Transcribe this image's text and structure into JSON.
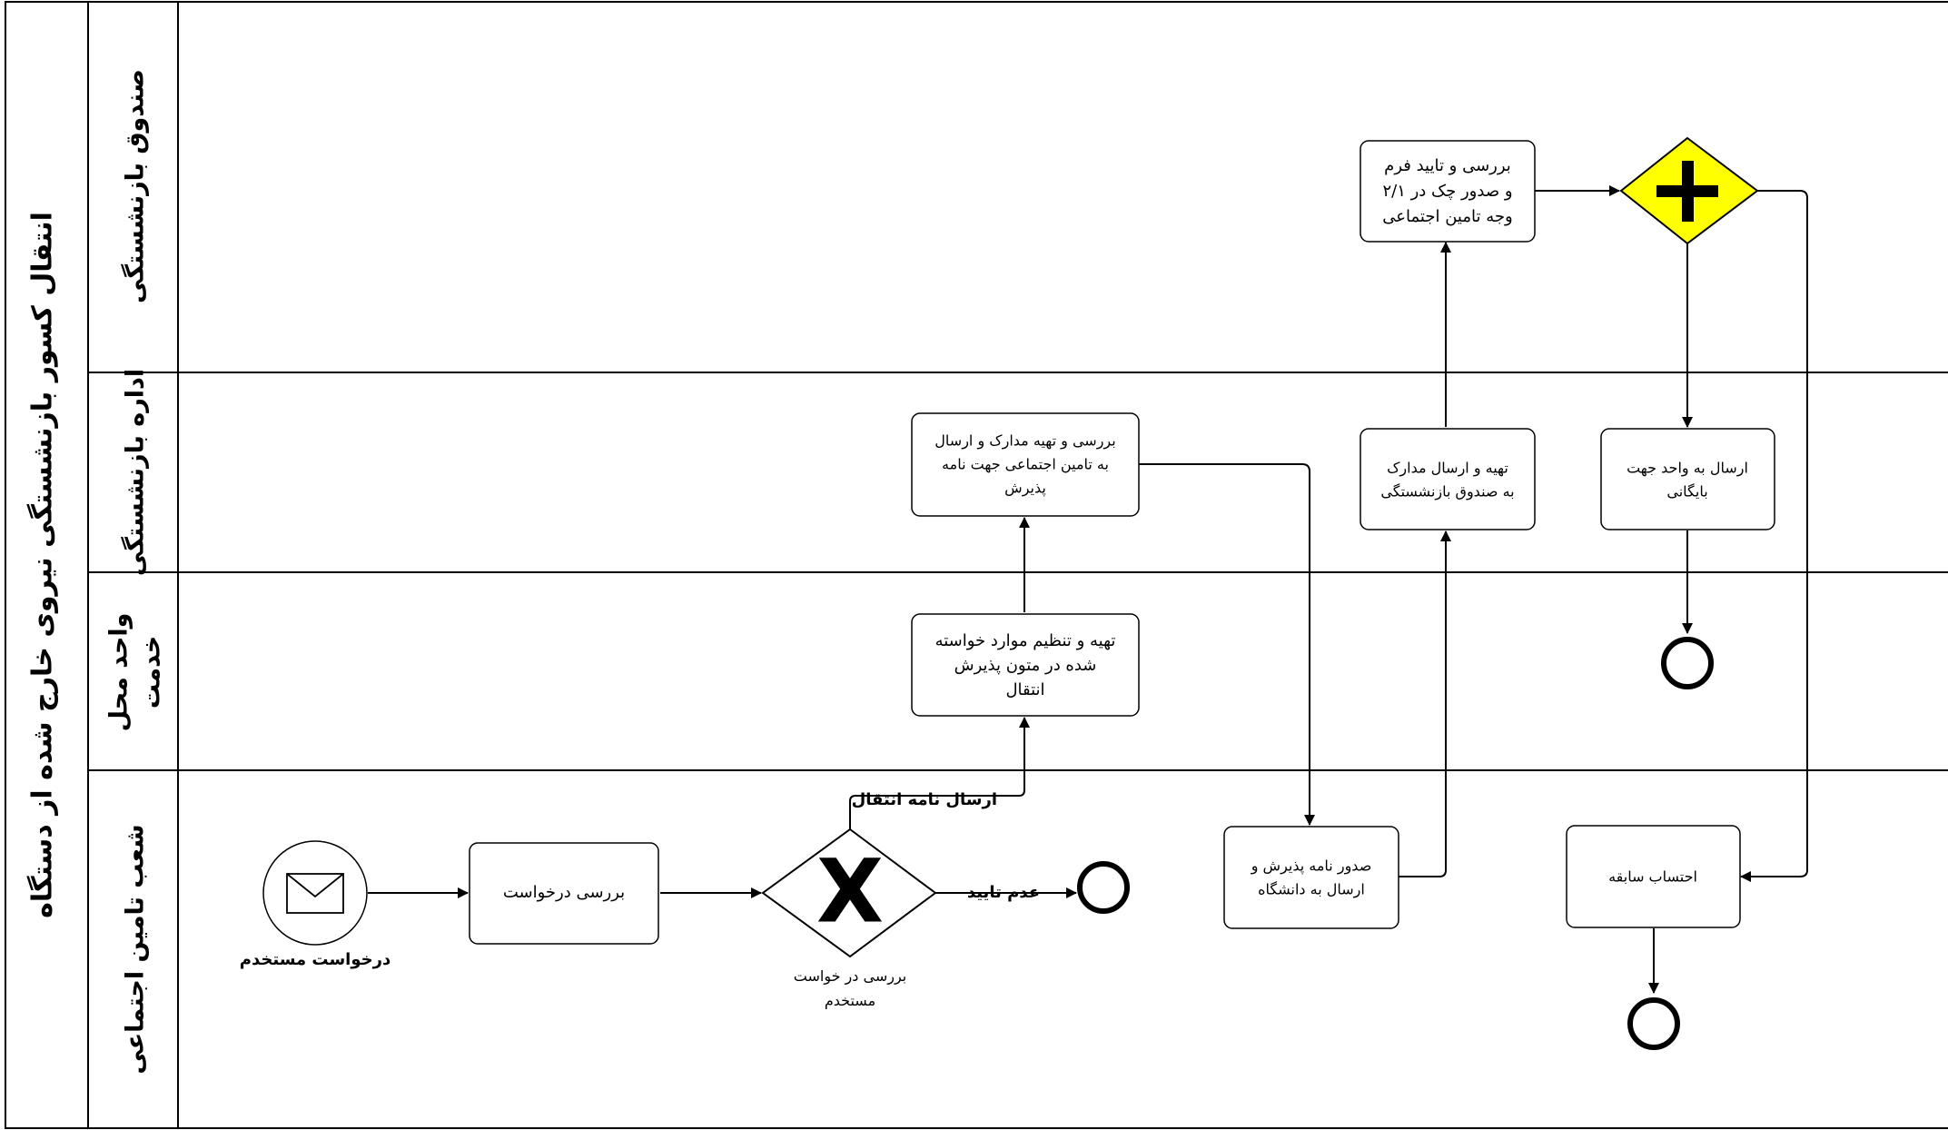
{
  "pool": {
    "title": "انتقال کسور بازنشستگی نیروی خارج شده از دستگاه"
  },
  "lanes": [
    {
      "label": "صندوق بازنشستگی"
    },
    {
      "label": "اداره بازنشستگی"
    },
    {
      "label_line1": "واحد محل",
      "label_line2": "خدمت"
    },
    {
      "label": "شعب تامین اجتماعی"
    }
  ],
  "events": {
    "start": {
      "label": "درخواست مستخدم",
      "icon": "envelope-icon"
    }
  },
  "tasks": {
    "review_request": {
      "lines": [
        "بررسی درخواست"
      ]
    },
    "prepare_texts": {
      "lines": [
        "تهیه و تنظیم موارد خواسته",
        "شده در متون پذیرش",
        "انتقال"
      ]
    },
    "review_docs": {
      "lines": [
        "بررسی و تهیه مدارک و ارسال",
        "به تامین اجتماعی جهت نامه",
        "پذیرش"
      ]
    },
    "issue_acceptance": {
      "lines": [
        "صدور نامه پذیرش و",
        "ارسال به دانشگاه"
      ]
    },
    "send_to_fund": {
      "lines": [
        "تهیه و ارسال مدارک",
        "به صندوق بازنشستگی"
      ]
    },
    "approve_form": {
      "lines": [
        "بررسی و تایید فرم",
        "۲/۱ و صدور چک در",
        "وجه تامین اجتماعی"
      ]
    },
    "archive": {
      "lines": [
        "ارسال به واحد جهت",
        "بایگانی"
      ]
    },
    "calc_record": {
      "lines": [
        "احتساب سابقه"
      ]
    }
  },
  "gateways": {
    "exclusive": {
      "label_lines": [
        "بررسی در خواست",
        "مستخدم"
      ],
      "symbol": "X",
      "color": "#ffffff"
    },
    "parallel": {
      "symbol": "+",
      "color": "#ffff00"
    }
  },
  "flows": {
    "send_transfer_letter": "ارسال نامه انتقال",
    "not_approved": "عدم تایید"
  }
}
